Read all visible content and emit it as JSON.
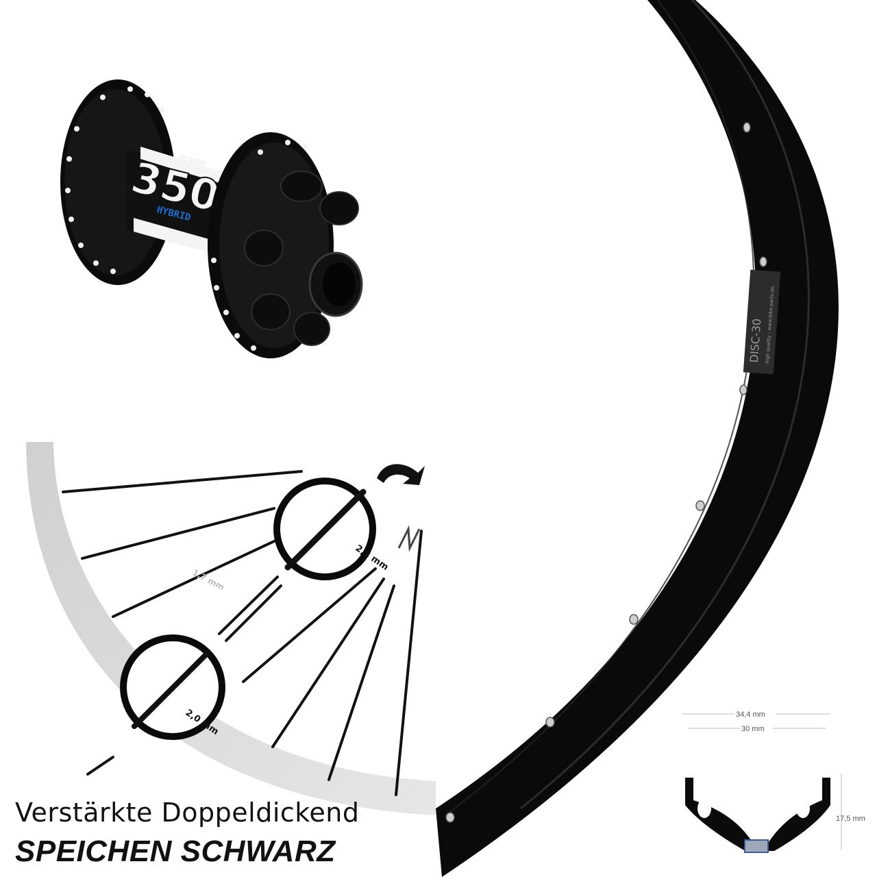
{
  "caption": {
    "line1": "Verstärkte Doppeldickend",
    "line2": "SPEICHEN SCHWARZ"
  },
  "spoke_diameters": {
    "top_circle": "2,3 mm",
    "bottom_circle": "2,0 mm",
    "middle": "1,7 mm"
  },
  "rim_profile": {
    "outer_width": "34,4 mm",
    "inner_width": "30 mm",
    "height": "17,5 mm"
  },
  "hub": {
    "model": "350",
    "subline": "HYBRID",
    "brand": "DT SWISS"
  },
  "rim_sticker": {
    "model": "DISC-30",
    "line": "high quality - www.bike-parts.de"
  },
  "colors": {
    "accent_blue": "#1a6fd0",
    "rim_black": "#0a0a0a",
    "grey_arc": "#d6d6d6"
  }
}
